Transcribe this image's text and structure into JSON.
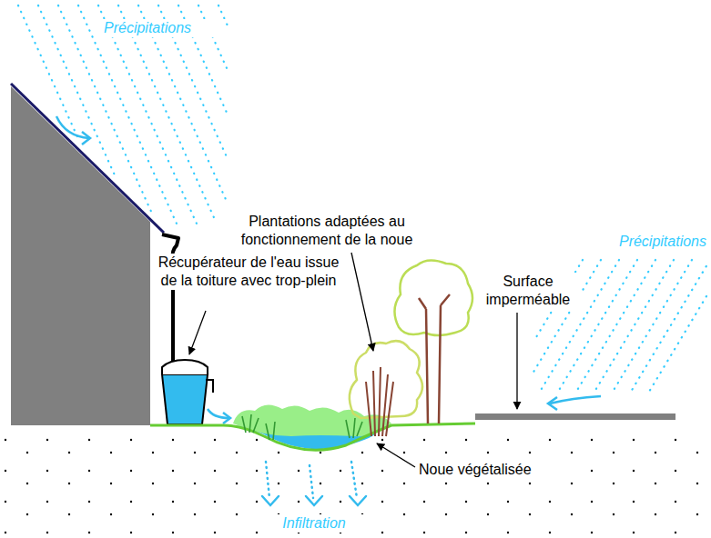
{
  "diagram": {
    "labels": [
      "Précipitations",
      "Récupérateur de l'eau issue de la toiture avec trop-plein",
      "Plantations adaptées au fonctionnement de la noue",
      "Précipitations",
      "Surface imperméable",
      "Noue végétalisée",
      "Infiltration"
    ]
  }
}
